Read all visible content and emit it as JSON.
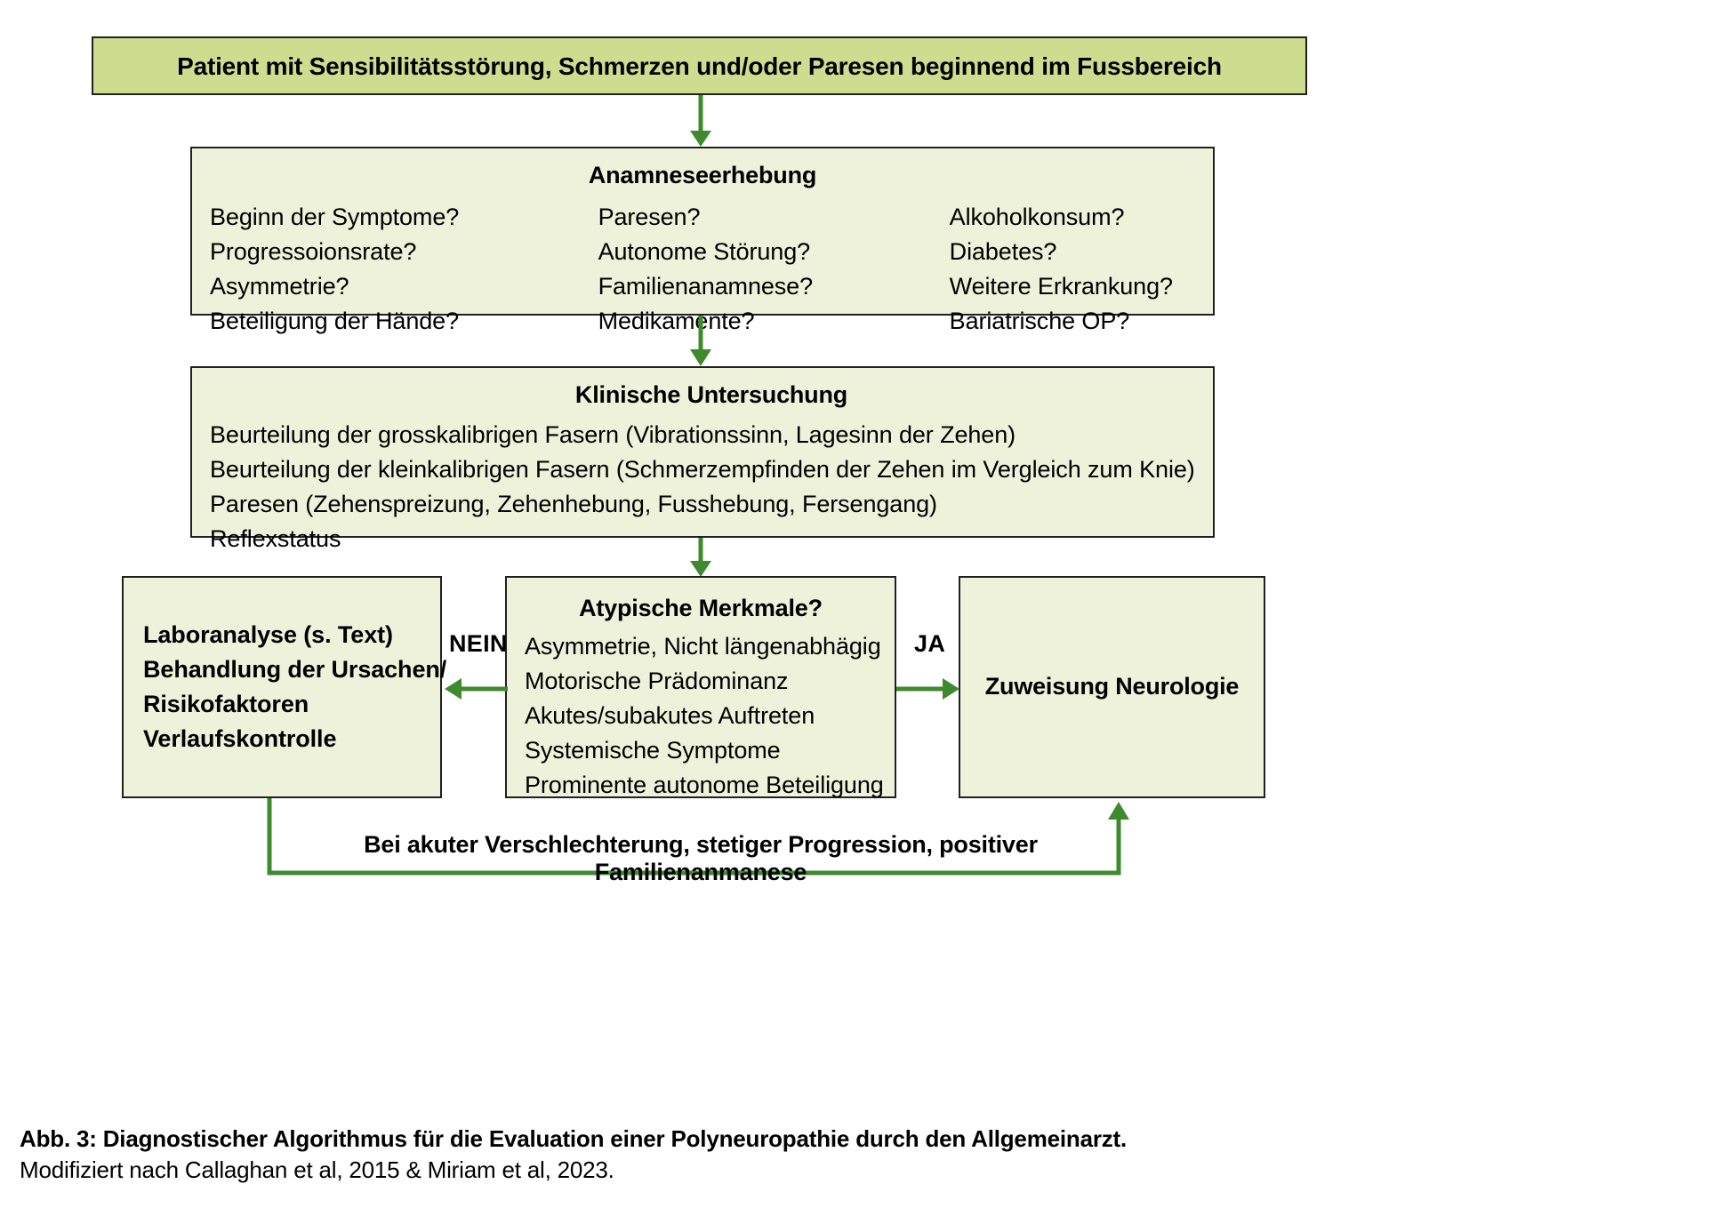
{
  "colors": {
    "box_fill_light": "#eef2da",
    "box_fill_dark": "#cddc8f",
    "box_border": "#231f20",
    "arrow": "#3f8a2e",
    "text": "#000000"
  },
  "top_box": {
    "title": "Patient mit Sensibilitätsstörung, Schmerzen und/oder Paresen beginnend im Fussbereich"
  },
  "anamnese": {
    "title": "Anamneseerhebung",
    "column_1": [
      "Beginn der Symptome?",
      "Progressoionsrate?",
      "Asymmetrie?",
      "Beteiligung der Hände?"
    ],
    "column_2": [
      "Paresen?",
      "Autonome Störung?",
      "Familienanamnese?",
      "Medikamente?"
    ],
    "column_3": [
      "Alkoholkonsum?",
      "Diabetes?",
      "Weitere Erkrankung?",
      "Bariatrische OP?"
    ]
  },
  "klinische": {
    "title": "Klinische Untersuchung",
    "lines": [
      "Beurteilung der grosskalibrigen Fasern (Vibrationssinn, Lagesinn der Zehen)",
      "Beurteilung der kleinkalibrigen Fasern (Schmerzempfinden der Zehen im Vergleich zum Knie)",
      "Paresen (Zehenspreizung, Zehenhebung, Fusshebung, Fersengang)",
      "Reflexstatus"
    ]
  },
  "decision": {
    "title": "Atypische Merkmale?",
    "lines": [
      "Asymmetrie, Nicht längenabhägig",
      "Motorische Prädominanz",
      "Akutes/subakutes Auftreten",
      "Systemische Symptome",
      "Prominente autonome Beteiligung"
    ]
  },
  "branches": {
    "no_label": "NEIN",
    "yes_label": "JA"
  },
  "labor": {
    "lines": [
      "Laboranalyse (s. Text)",
      "Behandlung der Ursachen/",
      "Risikofaktoren",
      "Verlaufskontrolle"
    ]
  },
  "neuro": {
    "title": "Zuweisung Neurologie"
  },
  "loop": {
    "label": "Bei akuter Verschlechterung, stetiger Progression, positiver Familienanmanese"
  },
  "caption": {
    "line_1": "Abb. 3: Diagnostischer Algorithmus für die Evaluation einer Polyneuropathie durch den Allgemeinarzt.",
    "line_2": "Modifiziert nach Callaghan et al, 2015 & Miriam et al, 2023."
  },
  "icons": {
    "arrow_down": "arrow-down-icon",
    "arrow_left": "arrow-left-icon",
    "arrow_right": "arrow-right-icon",
    "arrow_up": "arrow-up-icon"
  }
}
